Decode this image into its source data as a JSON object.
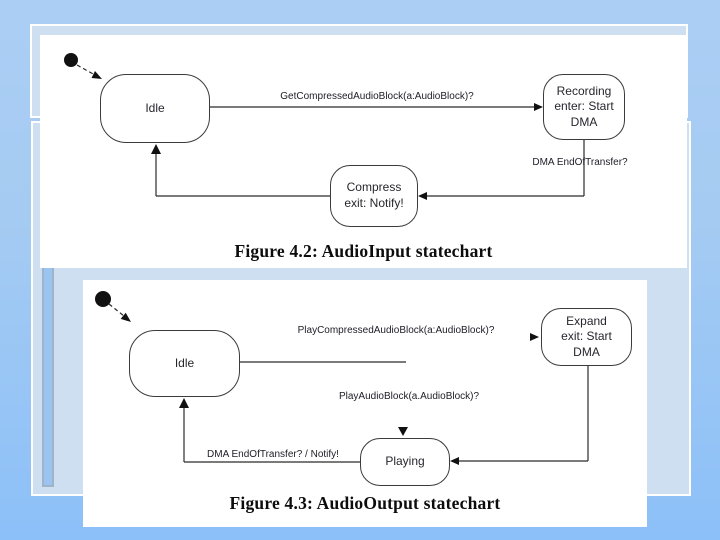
{
  "slide": {
    "background_top": "#abcef4",
    "background_bottom": "#8cc0f8",
    "panel_fill": "#cfdff2",
    "groove_color": "#9fb3c9"
  },
  "figure1": {
    "caption": "Figure 4.2: AudioInput statechart",
    "states": {
      "idle": "Idle",
      "recording": "Recording\nenter: Start\nDMA",
      "compress": "Compress\nexit: Notify!"
    },
    "transitions": {
      "get_compressed": "GetCompressedAudioBlock(a:AudioBlock)?",
      "dma_end": "DMA EndOfTransfer?"
    }
  },
  "figure2": {
    "caption": "Figure 4.3: AudioOutput statechart",
    "states": {
      "idle": "Idle",
      "expand": "Expand\nexit: Start\nDMA",
      "playing": "Playing"
    },
    "transitions": {
      "play_compressed": "PlayCompressedAudioBlock(a:AudioBlock)?",
      "play_audio": "PlayAudioBlock(a.AudioBlock)?",
      "dma_end_notify": "DMA EndOfTransfer? / Notify!"
    }
  }
}
